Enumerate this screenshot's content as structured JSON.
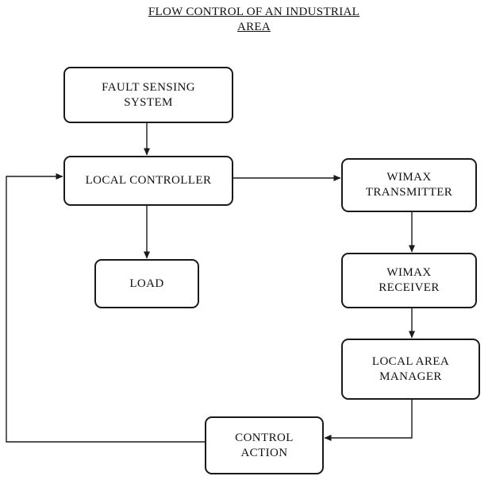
{
  "title": {
    "line1": "FLOW CONTROL OF AN INDUSTRIAL",
    "line2": "AREA"
  },
  "nodes": {
    "fault_sensing": "FAULT SENSING\nSYSTEM",
    "local_controller": "LOCAL CONTROLLER",
    "load": "LOAD",
    "wimax_transmitter": "WIMAX\nTRANSMITTER",
    "wimax_receiver": "WIMAX\nRECEIVER",
    "local_area_manager": "LOCAL AREA\nMANAGER",
    "control_action": "CONTROL\nACTION"
  },
  "edges": [
    {
      "from": "fault_sensing",
      "to": "local_controller"
    },
    {
      "from": "local_controller",
      "to": "load"
    },
    {
      "from": "local_controller",
      "to": "wimax_transmitter"
    },
    {
      "from": "wimax_transmitter",
      "to": "wimax_receiver"
    },
    {
      "from": "wimax_receiver",
      "to": "local_area_manager"
    },
    {
      "from": "local_area_manager",
      "to": "control_action"
    },
    {
      "from": "control_action",
      "to": "local_controller"
    }
  ],
  "colors": {
    "line": "#1a1a1a",
    "background": "#ffffff"
  }
}
